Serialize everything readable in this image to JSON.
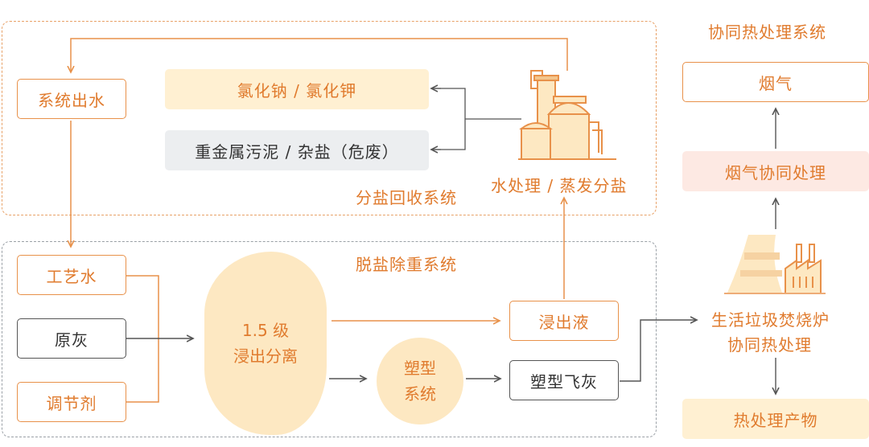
{
  "salt_recovery": {
    "title": "分盐回收系统",
    "outlet_water": "系统出水",
    "nacl_kcl": "氯化钠 / 氯化钾",
    "sludge": "重金属污泥 / 杂盐（危废）",
    "evap_label": "水处理 / 蒸发分盐"
  },
  "desalting": {
    "title": "脱盐除重系统",
    "process_water": "工艺水",
    "raw_ash": "原灰",
    "conditioner": "调节剂",
    "leach_stage": "1.5 级",
    "leach_sep": "浸出分离",
    "leachate": "浸出液",
    "molding_1": "塑型",
    "molding_2": "系统",
    "molded_ash": "塑型飞灰"
  },
  "co_thermal": {
    "title": "协同热处理系统",
    "flue_gas": "烟气",
    "flue_gas_treatment": "烟气协同处理",
    "incinerator_1": "生活垃圾焚烧炉",
    "incinerator_2": "协同热处理",
    "thermal_products": "热处理产物"
  },
  "colors": {
    "accent": "#e07b2e",
    "line_orange": "#e8914a",
    "line_gray": "#555555",
    "fill_yellow": "#fff0d2",
    "fill_gray": "#eceef0",
    "fill_pink": "#fde9e3"
  }
}
